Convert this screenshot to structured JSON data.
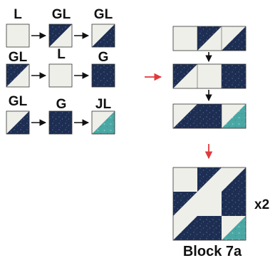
{
  "colors": {
    "light": "#efefe9",
    "navy": "#1e2e52",
    "navy_speck": "#3f5a85",
    "teal": "#4aa7a4",
    "teal_speck": "#7cc8c2",
    "arrow_black": "#111111",
    "arrow_red": "#e03a3a",
    "outline": "#333333"
  },
  "step1": {
    "rows": [
      {
        "labels": [
          "L",
          "GL",
          "GL"
        ]
      },
      {
        "labels": [
          "GL",
          "L",
          "G"
        ]
      },
      {
        "labels": [
          "GL",
          "G",
          "JL"
        ]
      }
    ]
  },
  "multiplier": "x2",
  "block_label": "Block 7a"
}
